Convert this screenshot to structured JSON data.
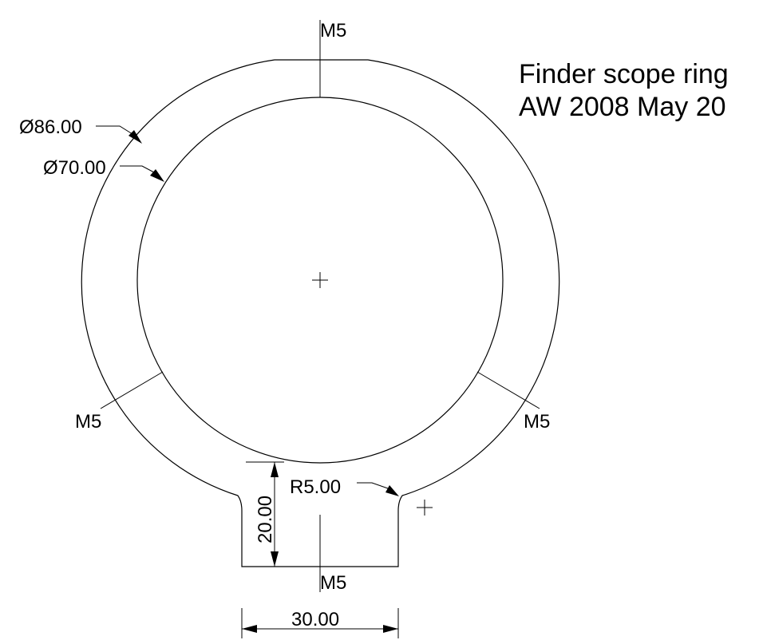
{
  "title": {
    "line1": "Finder scope ring",
    "line2": "AW 2008 May 20"
  },
  "dimensions": {
    "outer_diameter": "Ø86.00",
    "inner_diameter": "Ø70.00",
    "fillet_radius": "R5.00",
    "stem_height": "20.00",
    "stem_width": "30.00"
  },
  "holes": {
    "top": "M5",
    "left": "M5",
    "right": "M5",
    "bottom": "M5"
  }
}
